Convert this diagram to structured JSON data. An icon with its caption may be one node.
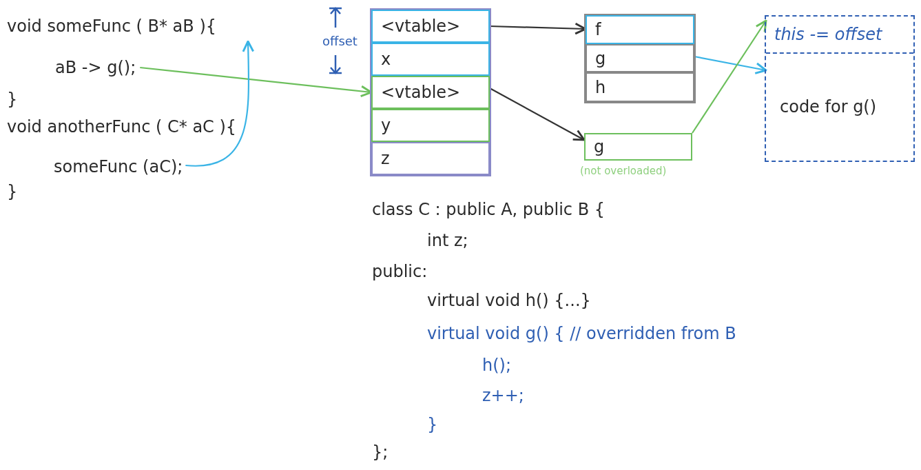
{
  "diagram": {
    "nodes": [
      {
        "text": [
          "void someFunc ( B* aB ){"
        ]
      },
      {
        "text": [
          "aB -> g();"
        ]
      },
      {
        "text": [
          "someFunc (aC);"
        ]
      },
      {
        "text": [],
        "shape": "box"
      },
      {
        "text": [
          "<vtable>"
        ],
        "in": 3
      },
      {
        "text": [
          "x"
        ],
        "in": 3
      },
      {
        "text": [
          "<vtable>"
        ],
        "in": 3
      },
      {
        "text": [
          "y"
        ],
        "in": 3
      },
      {
        "text": [
          "z"
        ],
        "in": 3
      },
      {
        "text": [],
        "shape": "box"
      },
      {
        "text": [
          "f"
        ],
        "in": 9
      },
      {
        "text": [
          "g"
        ],
        "in": 9
      },
      {
        "text": [
          "h"
        ],
        "in": 9
      },
      {
        "text": [
          "g"
        ],
        "beside": [
          "(not overloaded)"
        ]
      },
      {
        "text": [],
        "shape": "box"
      },
      {
        "text": [
          "this -= offset"
        ],
        "in": 14
      },
      {
        "text": [
          "code for g()"
        ],
        "in": 14
      }
    ],
    "edges": [
      {
        "from": 1,
        "to": 6,
        "arrow": "to",
        "color": "#6cbf5c"
      },
      {
        "from": 2,
        "to": 0,
        "arrow": "to",
        "color": "#3ab4e6"
      },
      {
        "from": 4,
        "to": 10,
        "arrow": "to",
        "color": "#333333"
      },
      {
        "from": 6,
        "to": 13,
        "arrow": "to",
        "color": "#333333"
      },
      {
        "from": 11,
        "to": 16,
        "arrow": "to",
        "color": "#3ab4e6"
      },
      {
        "from": 13,
        "to": 15,
        "arrow": "to",
        "color": "#6cbf5c"
      }
    ],
    "labels": [
      "}",
      "void anotherFunc ( C* aC ){",
      "}",
      "offset",
      "class C : public A, public B {",
      "int z;",
      "public:",
      "virtual void h() {...}",
      "virtual void g() { // overridden from B",
      "h();",
      "z++;",
      "}",
      "};"
    ]
  }
}
